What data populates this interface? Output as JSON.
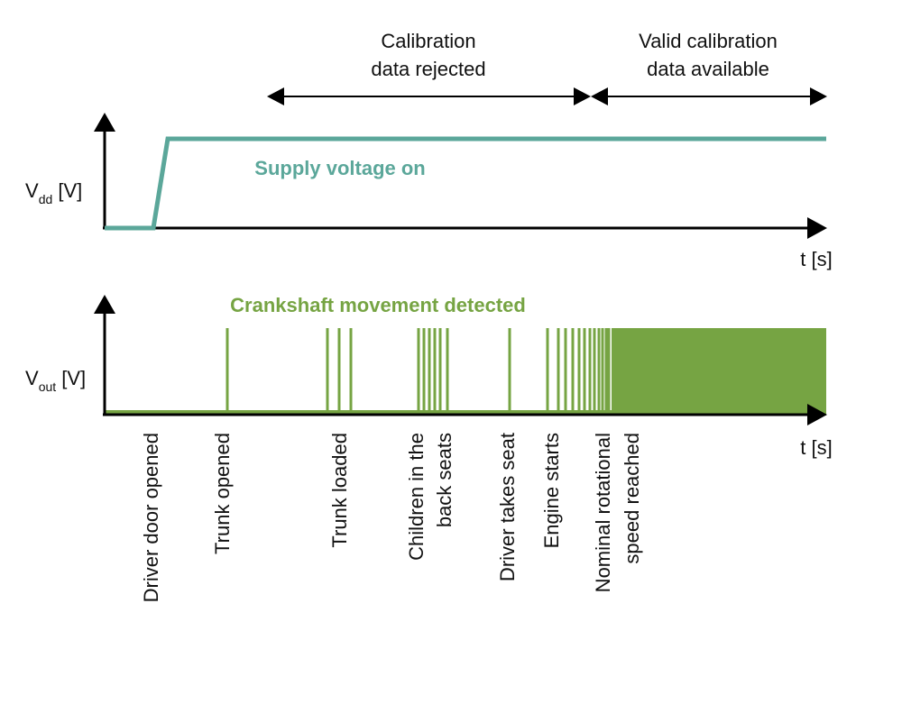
{
  "annotations": {
    "rejected_line1": "Calibration",
    "rejected_line2": "data rejected",
    "valid_line1": "Valid calibration",
    "valid_line2": "data available"
  },
  "top_plot": {
    "y_label_main": "V",
    "y_label_sub": "dd",
    "y_label_unit": " [V]",
    "x_label": "t [s]",
    "signal_label": "Supply voltage on",
    "signal_color": "#5ba79a"
  },
  "bottom_plot": {
    "y_label_main": "V",
    "y_label_sub": "out",
    "y_label_unit": " [V]",
    "x_label": "t [s]",
    "signal_label": "Crankshaft movement detected",
    "signal_color": "#76a443"
  },
  "events": [
    {
      "line1": "Driver door opened",
      "line2": ""
    },
    {
      "line1": "Trunk opened",
      "line2": ""
    },
    {
      "line1": "Trunk loaded",
      "line2": ""
    },
    {
      "line1": "Children in the",
      "line2": "back seats"
    },
    {
      "line1": "Driver takes seat",
      "line2": ""
    },
    {
      "line1": "Engine starts",
      "line2": ""
    },
    {
      "line1": "Nominal rotational",
      "line2": "speed reached"
    }
  ]
}
